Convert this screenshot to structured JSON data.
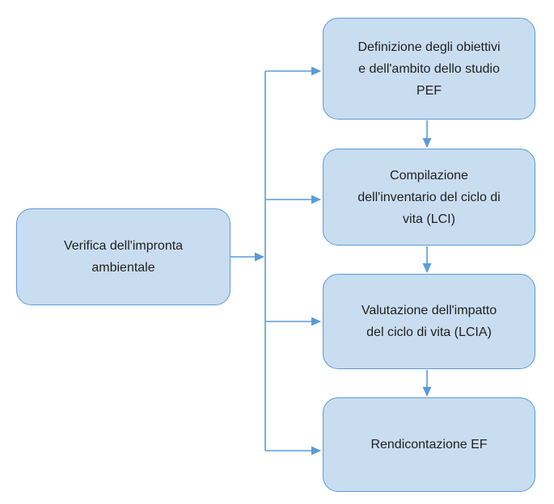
{
  "colors": {
    "box_fill": "#c9ddf1",
    "box_border": "#5b9bd5",
    "arrow": "#5b9bd5",
    "text": "#1f1f1f",
    "bg": "#ffffff"
  },
  "nodes": {
    "source": {
      "id": "source",
      "label": "Verifica dell'impronta\nambientale"
    },
    "steps": [
      {
        "id": "step-1",
        "label": "Definizione degli obiettivi\ne dell'ambito dello studio\nPEF"
      },
      {
        "id": "step-2",
        "label": "Compilazione\ndell'inventario del ciclo di\nvita (LCI)"
      },
      {
        "id": "step-3",
        "label": "Valutazione dell'impatto\ndel ciclo di vita (LCIA)"
      },
      {
        "id": "step-4",
        "label": "Rendicontazione EF"
      }
    ]
  },
  "edges": [
    {
      "from": "source",
      "to": "step-1"
    },
    {
      "from": "source",
      "to": "step-2"
    },
    {
      "from": "source",
      "to": "step-3"
    },
    {
      "from": "source",
      "to": "step-4"
    },
    {
      "from": "step-1",
      "to": "step-2"
    },
    {
      "from": "step-2",
      "to": "step-3"
    },
    {
      "from": "step-3",
      "to": "step-4"
    }
  ]
}
